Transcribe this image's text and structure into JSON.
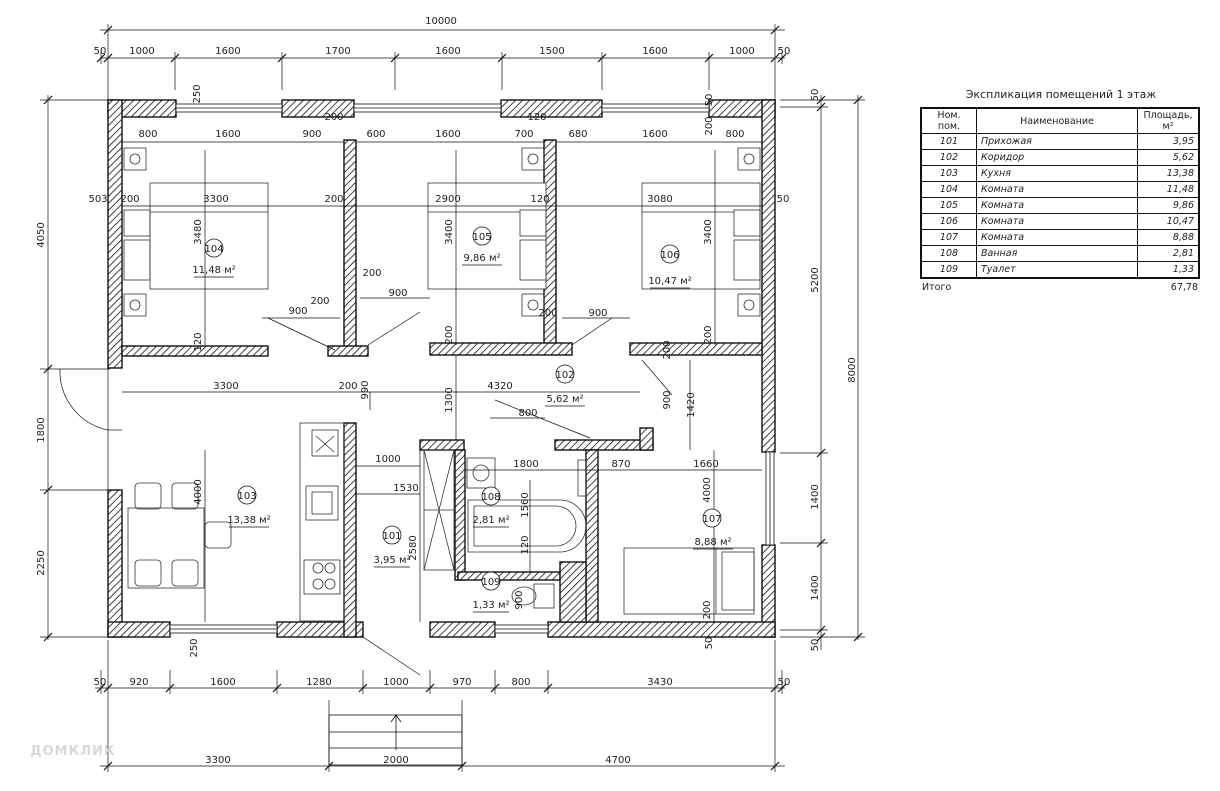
{
  "colors": {
    "line": "#111111",
    "text": "#222222",
    "watermark": "#d8d8d8"
  },
  "watermark": "ДОМКЛИК",
  "dims": {
    "top_total": "10000",
    "top_row": [
      "50",
      "1000",
      "1600",
      "1700",
      "1600",
      "1500",
      "1600",
      "1000",
      "50"
    ],
    "inner_top": [
      "800",
      "1600",
      "900",
      "600",
      "1600",
      "700",
      "680",
      "1600",
      "800"
    ],
    "bottom_row": [
      "50",
      "920",
      "1600",
      "1280",
      "1000",
      "970",
      "800",
      "3430",
      "50"
    ],
    "bottom_total": [
      "3300",
      "2000",
      "4700"
    ],
    "left": [
      "4050",
      "1800",
      "2250"
    ],
    "right": [
      "50",
      "5200",
      "1400",
      "1400",
      "50"
    ],
    "right_total": "8000",
    "misc": {
      "d250a": "250",
      "d250b": "250",
      "d200a": "200",
      "d200b": "200",
      "d200c": "200",
      "d200d": "200",
      "d200e": "200",
      "d200f": "200",
      "d200g": "200",
      "d200h": "200",
      "d200i": "200",
      "d120a": "120",
      "d120b": "120",
      "d120c": "120",
      "d503": "503",
      "d50r": "50",
      "w3300": "3300",
      "w2900": "2900",
      "w3080": "3080",
      "h3480": "3480",
      "h3400a": "3400",
      "h3400b": "3400",
      "d900a": "900",
      "d900b": "900",
      "d900c": "900",
      "d900d": "900",
      "d900e": "900",
      "d3300k": "3300",
      "d4320": "4320",
      "d1300": "1300",
      "d800": "800",
      "d990": "990",
      "d1420": "1420",
      "d1000": "1000",
      "d1530": "1530",
      "d1800": "1800",
      "d870": "870",
      "d1660": "1660",
      "d4000a": "4000",
      "d4000b": "4000",
      "d2580": "2580",
      "d1560": "1560",
      "d120d": "120",
      "d200bath": "200",
      "d50b": "50"
    }
  },
  "rooms": [
    {
      "num": "104",
      "area": "11,48 м²"
    },
    {
      "num": "105",
      "area": "9,86 м²"
    },
    {
      "num": "106",
      "area": "10,47 м²"
    },
    {
      "num": "102",
      "area": "5,62 м²"
    },
    {
      "num": "103",
      "area": "13,38 м²"
    },
    {
      "num": "101",
      "area": "3,95 м²"
    },
    {
      "num": "108",
      "area": "2,81 м²"
    },
    {
      "num": "109",
      "area": "1,33 м²"
    },
    {
      "num": "107",
      "area": "8,88 м²"
    }
  ],
  "explication": {
    "title": "Экспликация помещений 1 этаж",
    "headers": [
      "Ном. пом.",
      "Наименование",
      "Площадь, м²"
    ],
    "rows": [
      {
        "num": "101",
        "name": "Прихожая",
        "area": "3,95"
      },
      {
        "num": "102",
        "name": "Коридор",
        "area": "5,62"
      },
      {
        "num": "103",
        "name": "Кухня",
        "area": "13,38"
      },
      {
        "num": "104",
        "name": "Комната",
        "area": "11,48"
      },
      {
        "num": "105",
        "name": "Комната",
        "area": "9,86"
      },
      {
        "num": "106",
        "name": "Комната",
        "area": "10,47"
      },
      {
        "num": "107",
        "name": "Комната",
        "area": "8,88"
      },
      {
        "num": "108",
        "name": "Ванная",
        "area": "2,81"
      },
      {
        "num": "109",
        "name": "Туалет",
        "area": "1,33"
      }
    ],
    "total_label": "Итого",
    "total_value": "67,78"
  }
}
